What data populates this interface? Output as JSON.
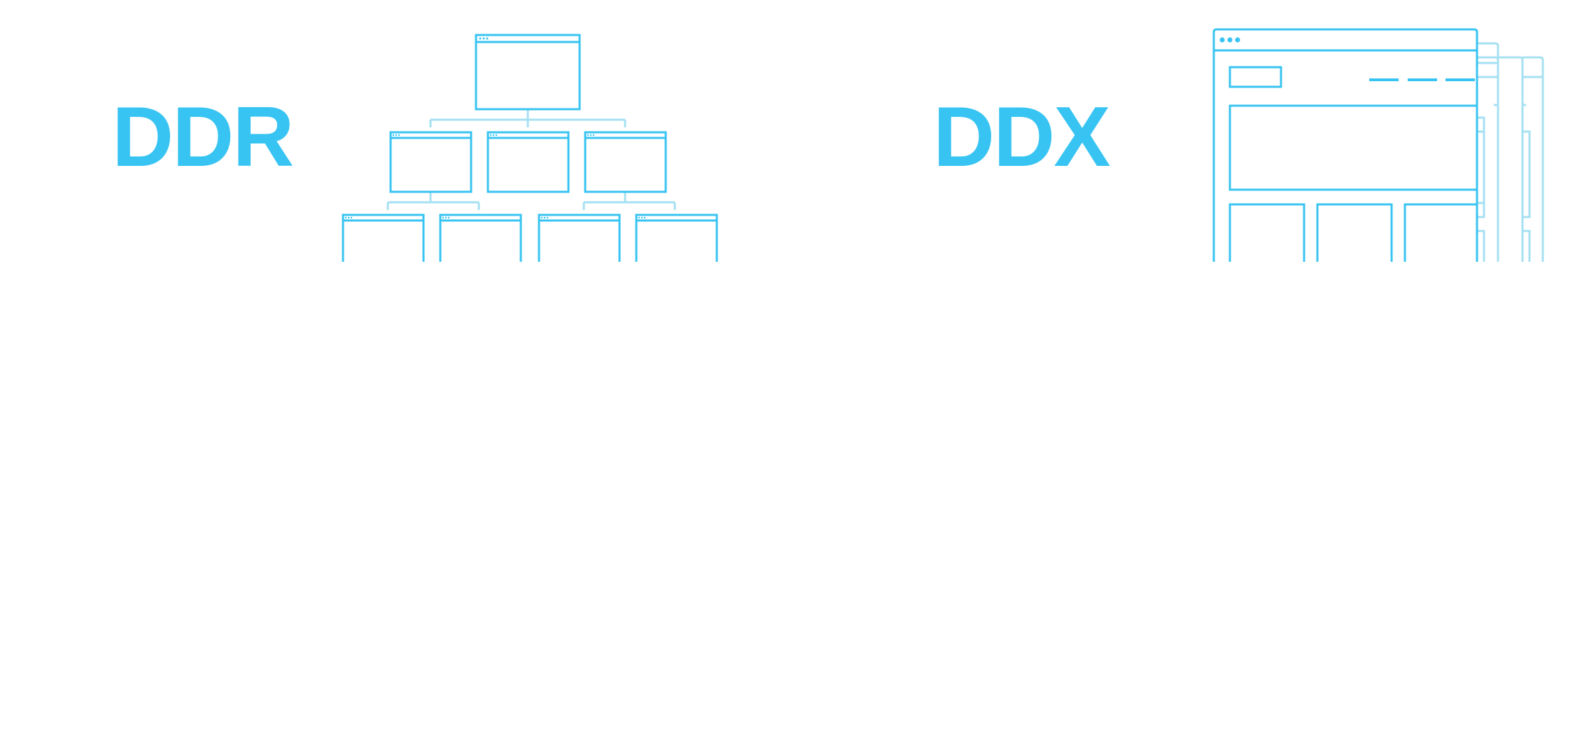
{
  "left_panel": {
    "label": "DDR",
    "diagram": "sitemap-tree-of-browser-windows"
  },
  "right_panel": {
    "label": "DDX",
    "diagram": "stacked-browser-page-wireframe"
  },
  "colors": {
    "accent": "#38c4f2",
    "connector": "#a6e0f2",
    "background": "#ffffff"
  }
}
